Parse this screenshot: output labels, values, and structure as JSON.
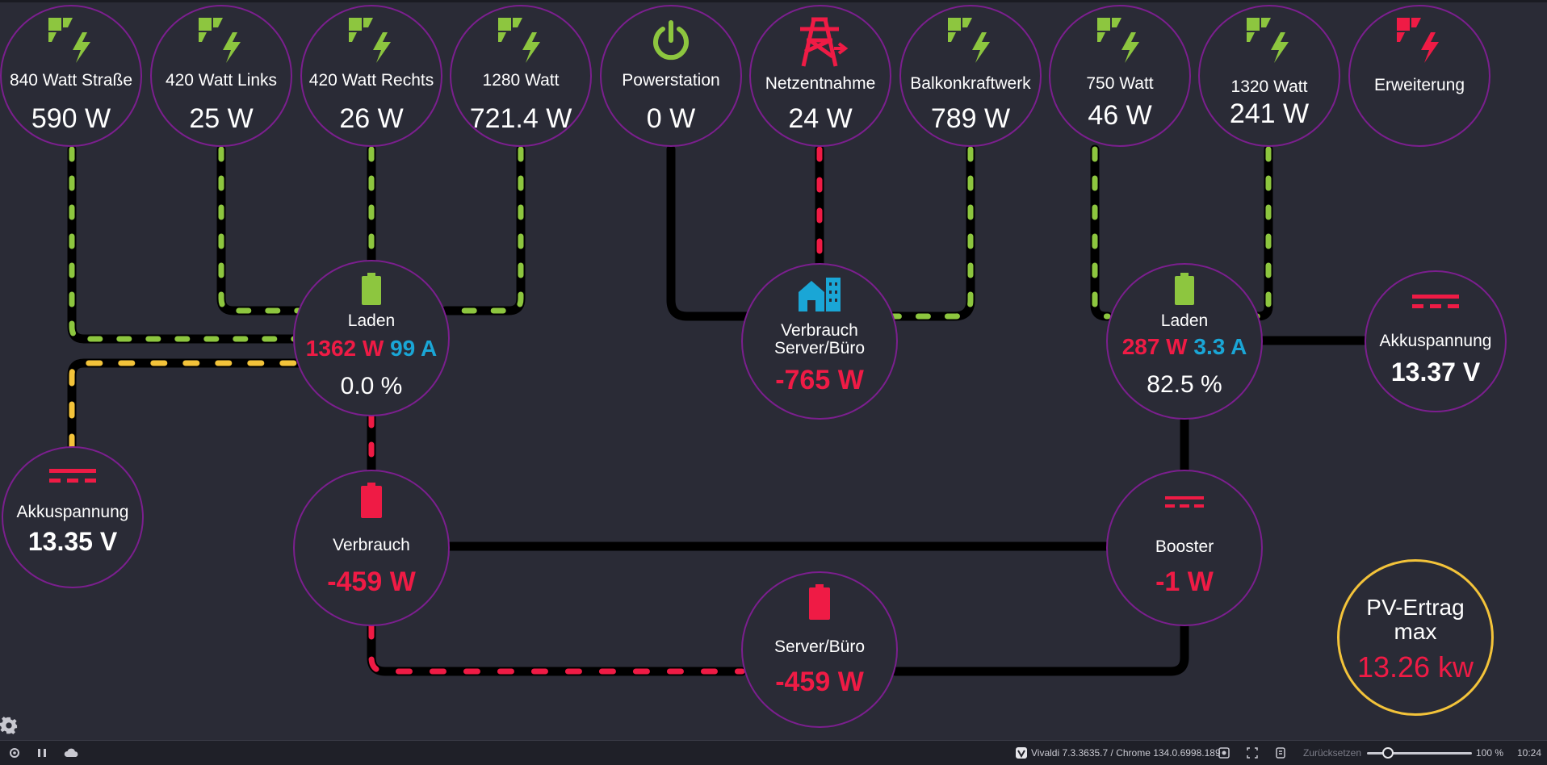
{
  "sources": [
    {
      "label": "840 Watt Straße",
      "value": "590 W",
      "icon": "solar-panel-icon",
      "icon_color": "#8dc63f"
    },
    {
      "label": "420 Watt Links",
      "value": "25 W",
      "icon": "solar-panel-icon",
      "icon_color": "#8dc63f"
    },
    {
      "label": "420 Watt Rechts",
      "value": "26 W",
      "icon": "solar-panel-icon",
      "icon_color": "#8dc63f"
    },
    {
      "label": "1280 Watt",
      "value": "721.4 W",
      "icon": "solar-panel-icon",
      "icon_color": "#8dc63f"
    },
    {
      "label": "Powerstation",
      "value": "0 W",
      "icon": "power-icon",
      "icon_color": "#8dc63f"
    },
    {
      "label": "Netzentnahme",
      "value": "24 W",
      "icon": "transmission-tower-icon",
      "icon_color": "#ef1b45"
    },
    {
      "label": "Balkonkraftwerk",
      "value": "789 W",
      "icon": "solar-panel-icon",
      "icon_color": "#8dc63f"
    },
    {
      "label": "750 Watt",
      "value": "46 W",
      "icon": "solar-panel-icon",
      "icon_color": "#8dc63f"
    },
    {
      "label": "1320 Watt",
      "value": "241 W",
      "icon": "solar-panel-icon",
      "icon_color": "#8dc63f"
    },
    {
      "label": "Erweiterung",
      "value": "",
      "icon": "solar-panel-icon",
      "icon_color": "#ef1b45"
    }
  ],
  "charge_left": {
    "label": "Laden",
    "power": "1362 W",
    "current": "99 A",
    "percent": "0.0 %"
  },
  "charge_right": {
    "label": "Laden",
    "power": "287 W",
    "current": "3.3 A",
    "percent": "82.5 %"
  },
  "consumption_center": {
    "label_line1": "Verbrauch",
    "label_line2": "Server/Büro",
    "value": "-765 W"
  },
  "voltage_left": {
    "label": "Akkuspannung",
    "value": "13.35 V"
  },
  "voltage_right": {
    "label": "Akkuspannung",
    "value": "13.37 V"
  },
  "consumer": {
    "label": "Verbrauch",
    "value": "-459 W"
  },
  "booster": {
    "label": "Booster",
    "value": "-1 W"
  },
  "server": {
    "label": "Server/Büro",
    "value": "-459 W"
  },
  "pv_yield": {
    "label_line1": "PV-Ertrag",
    "label_line2": "max",
    "value": "13.26 kw"
  },
  "colors": {
    "green": "#8dc63f",
    "red": "#ef1b45",
    "yellow": "#f3c33a",
    "blue": "#1aa6d6",
    "ring": "#7b1f8e",
    "background": "#2a2b36"
  },
  "statusbar": {
    "browser": "Vivaldi 7.3.3635.7 / Chrome 134.0.6998.189",
    "reset": "Zurücksetzen",
    "zoom": "100 %",
    "time": "10:24"
  }
}
